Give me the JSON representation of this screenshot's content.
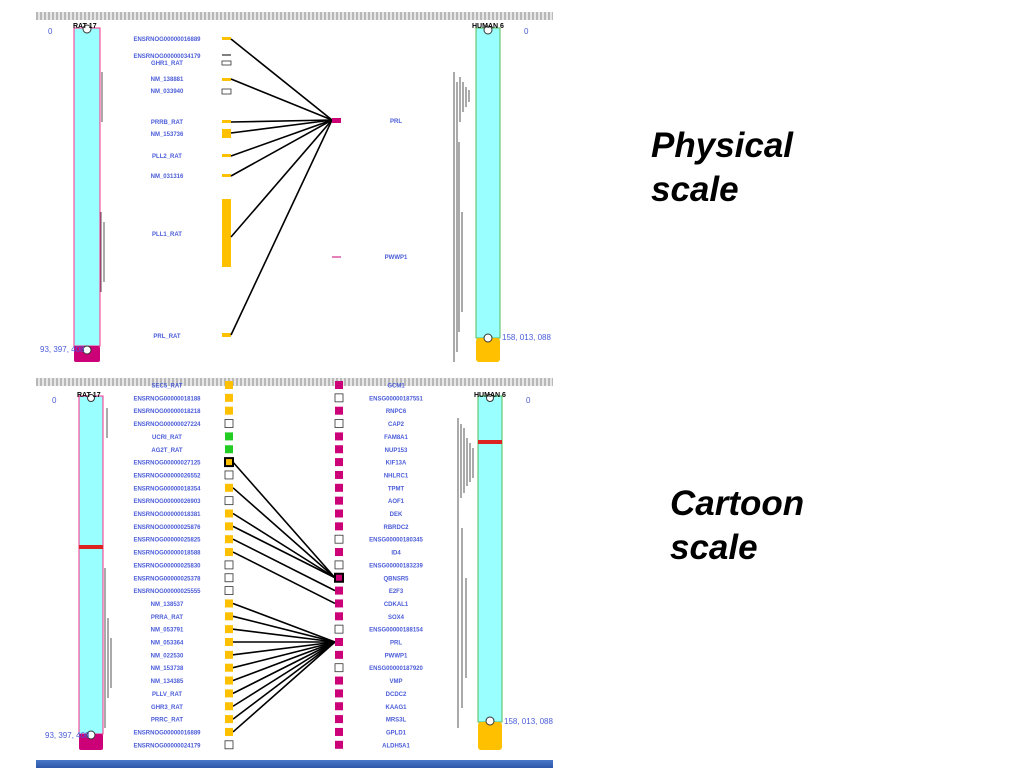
{
  "physical": {
    "rat_chrom": "RAT 17",
    "human_chrom": "HUMAN 6",
    "rat_start": "0",
    "rat_end": "93, 397, 408",
    "human_start": "0",
    "human_end": "158, 013, 088",
    "rat_genes": [
      {
        "label": "ENSRNOG00000016889",
        "box": "yellow"
      },
      {
        "label": "ENSRNOG00000034179",
        "box": "dash"
      },
      {
        "label": "GHR1_RAT",
        "box": "outline"
      },
      {
        "label": "NM_138881",
        "box": "yellow"
      },
      {
        "label": "NM_033940",
        "box": "outline"
      },
      {
        "label": "PRRB_RAT",
        "box": "yellow"
      },
      {
        "label": "NM_153736",
        "box": "yellow"
      },
      {
        "label": "PLL2_RAT",
        "box": "yellow"
      },
      {
        "label": "NM_031316",
        "box": "yellow"
      },
      {
        "label": "PLL1_RAT",
        "box": "yellow"
      },
      {
        "label": "PRL_RAT",
        "box": "yellow"
      }
    ],
    "human_genes": [
      {
        "label": "PRL"
      },
      {
        "label": "PWWP1"
      }
    ]
  },
  "cartoon": {
    "rat_chrom": "RAT 17",
    "human_chrom": "HUMAN 6",
    "rat_start": "0",
    "rat_end": "93, 397, 408",
    "human_start": "0",
    "human_end": "158, 013, 088",
    "rat_genes": [
      {
        "label": "SEC5_RAT",
        "box": "yellow"
      },
      {
        "label": "ENSRNOG00000018188",
        "box": "yellow"
      },
      {
        "label": "ENSRNOG00000018218",
        "box": "yellow"
      },
      {
        "label": "ENSRNOG00000027224",
        "box": "outline"
      },
      {
        "label": "UCRI_RAT",
        "box": "green"
      },
      {
        "label": "AG2T_RAT",
        "box": "green"
      },
      {
        "label": "ENSRNOG00000027125",
        "box": "yellow-sel"
      },
      {
        "label": "ENSRNOG00000026552",
        "box": "outline"
      },
      {
        "label": "ENSRNOG00000018354",
        "box": "yellow"
      },
      {
        "label": "ENSRNOG00000026903",
        "box": "outline"
      },
      {
        "label": "ENSRNOG00000018381",
        "box": "yellow"
      },
      {
        "label": "ENSRNOG00000025876",
        "box": "yellow"
      },
      {
        "label": "ENSRNOG00000025825",
        "box": "yellow"
      },
      {
        "label": "ENSRNOG00000018588",
        "box": "yellow"
      },
      {
        "label": "ENSRNOG00000025830",
        "box": "outline"
      },
      {
        "label": "ENSRNOG00000025378",
        "box": "outline"
      },
      {
        "label": "ENSRNOG00000025555",
        "box": "outline"
      },
      {
        "label": "NM_138537",
        "box": "yellow"
      },
      {
        "label": "PRRA_RAT",
        "box": "yellow"
      },
      {
        "label": "NM_053791",
        "box": "yellow"
      },
      {
        "label": "NM_053364",
        "box": "yellow"
      },
      {
        "label": "NM_022530",
        "box": "yellow"
      },
      {
        "label": "NM_153738",
        "box": "yellow"
      },
      {
        "label": "NM_134385",
        "box": "yellow"
      },
      {
        "label": "PLLV_RAT",
        "box": "yellow"
      },
      {
        "label": "GHR3_RAT",
        "box": "yellow"
      },
      {
        "label": "PRRC_RAT",
        "box": "yellow"
      },
      {
        "label": "ENSRNOG00000016889",
        "box": "yellow"
      },
      {
        "label": "ENSRNOG00000024179",
        "box": "outline"
      }
    ],
    "human_genes": [
      {
        "label": "GCM1",
        "box": "pink"
      },
      {
        "label": "ENSG00000187551",
        "box": "outline"
      },
      {
        "label": "RNPC6",
        "box": "pink"
      },
      {
        "label": "CAP2",
        "box": "outline"
      },
      {
        "label": "FAM8A1",
        "box": "pink"
      },
      {
        "label": "NUP153",
        "box": "pink"
      },
      {
        "label": "KIF13A",
        "box": "pink"
      },
      {
        "label": "NHLRC1",
        "box": "pink"
      },
      {
        "label": "TPMT",
        "box": "pink"
      },
      {
        "label": "AOF1",
        "box": "pink"
      },
      {
        "label": "DEK",
        "box": "pink"
      },
      {
        "label": "RBRDC2",
        "box": "pink"
      },
      {
        "label": "ENSG00000180345",
        "box": "outline"
      },
      {
        "label": "ID4",
        "box": "pink"
      },
      {
        "label": "ENSG00000183239",
        "box": "outline"
      },
      {
        "label": "QBNSR5",
        "box": "pink-sel"
      },
      {
        "label": "E2F3",
        "box": "pink"
      },
      {
        "label": "CDKAL1",
        "box": "pink"
      },
      {
        "label": "SOX4",
        "box": "pink"
      },
      {
        "label": "ENSG00000188154",
        "box": "outline"
      },
      {
        "label": "PRL",
        "box": "pink"
      },
      {
        "label": "PWWP1",
        "box": "pink"
      },
      {
        "label": "ENSG00000187920",
        "box": "outline"
      },
      {
        "label": "VMP",
        "box": "pink"
      },
      {
        "label": "DCDC2",
        "box": "pink"
      },
      {
        "label": "KAAG1",
        "box": "pink"
      },
      {
        "label": "MRS3L",
        "box": "pink"
      },
      {
        "label": "GPLD1",
        "box": "pink"
      },
      {
        "label": "ALDH5A1",
        "box": "pink"
      }
    ]
  },
  "captions": {
    "physical": [
      "Physical",
      "scale"
    ],
    "cartoon": [
      "Cartoon",
      "scale"
    ]
  },
  "colors": {
    "chromosome": "#99ffff",
    "chromosome_border": "#ff2d8a",
    "rat_end_cap": "#cc0077",
    "human_end_cap": "#ffc000",
    "gene_label": "#4a5cd8",
    "gene_yellow": "#ffc000",
    "gene_green": "#22cc22",
    "gene_pink": "#cc0077",
    "marker_red": "#dd2222",
    "link_line": "#000000"
  }
}
